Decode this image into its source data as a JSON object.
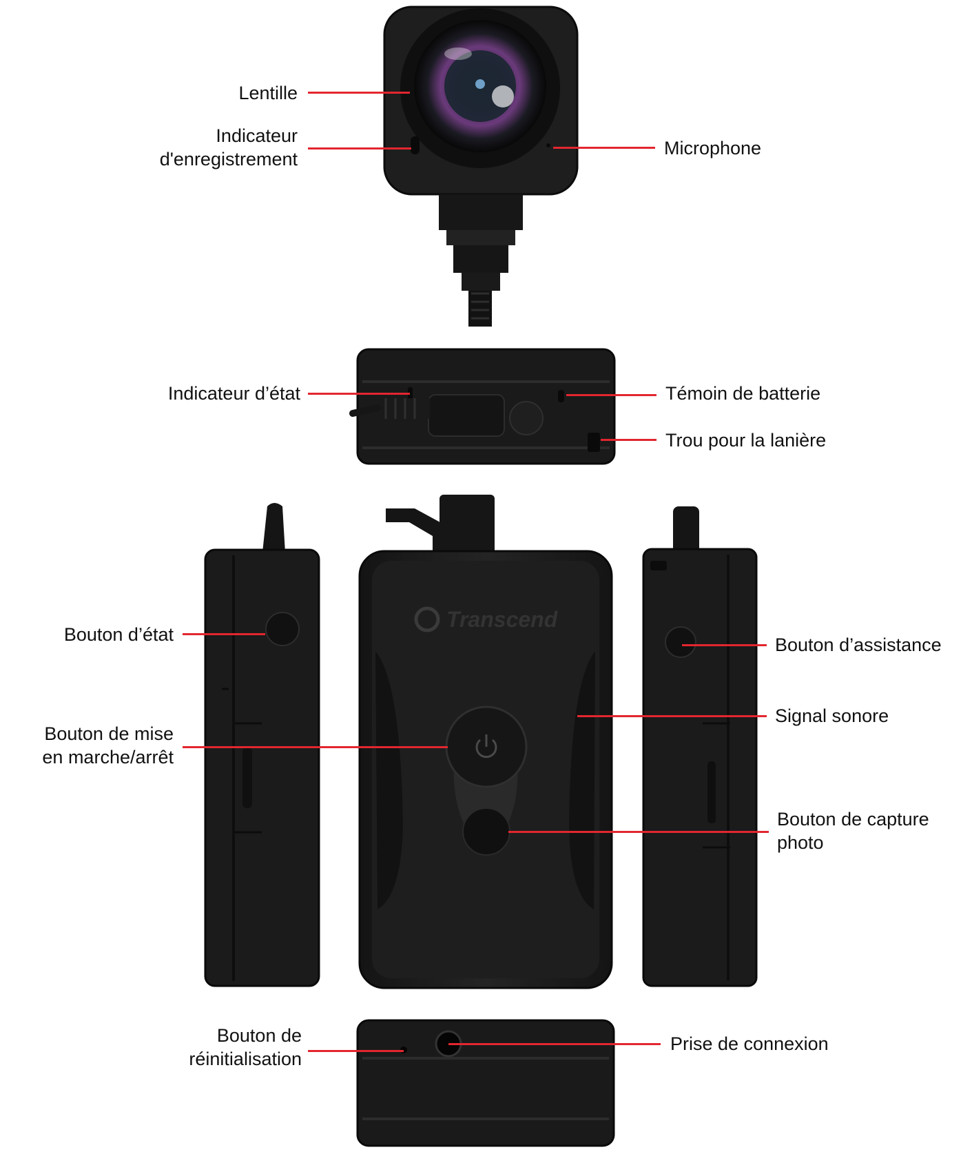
{
  "brand": "Transcend",
  "colors": {
    "leader": "#e3262f",
    "device": "#1c1c1c",
    "text": "#111111"
  },
  "callouts": {
    "lens": "Lentille",
    "record_indicator": [
      "Indicateur",
      "d'enregistrement"
    ],
    "microphone": "Microphone",
    "status_indicator": "Indicateur  d’état",
    "battery_indicator": "Témoin de batterie",
    "lanyard_hole": "Trou pour la lanière",
    "status_button": "Bouton d’état",
    "assist_button": "Bouton d’assistance",
    "power_button": [
      "Bouton de mise",
      "en marche/arrêt"
    ],
    "speaker": "Signal sonore",
    "snapshot_button": [
      "Bouton de capture",
      "photo"
    ],
    "reset_button": [
      "Bouton de",
      "réinitialisation"
    ],
    "connector": "Prise de connexion"
  }
}
